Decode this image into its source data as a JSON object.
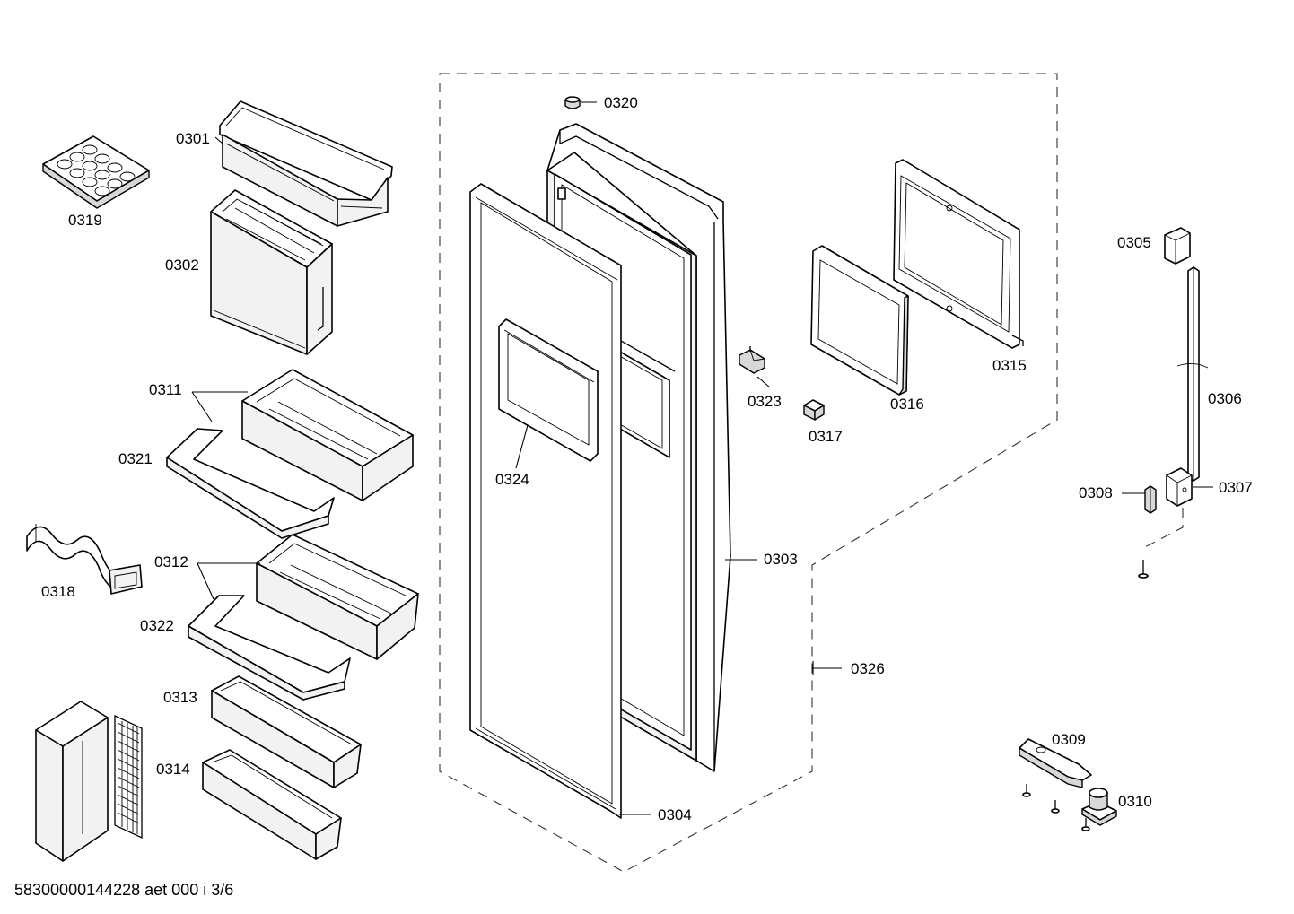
{
  "labels": {
    "p0301": "0301",
    "p0302": "0302",
    "p0303": "0303",
    "p0304": "0304",
    "p0305": "0305",
    "p0306": "0306",
    "p0307": "0307",
    "p0308": "0308",
    "p0309": "0309",
    "p0310": "0310",
    "p0311": "0311",
    "p0312": "0312",
    "p0313": "0313",
    "p0314": "0314",
    "p0315": "0315",
    "p0316": "0316",
    "p0317": "0317",
    "p0318": "0318",
    "p0319": "0319",
    "p0320": "0320",
    "p0321": "0321",
    "p0322": "0322",
    "p0323": "0323",
    "p0324": "0324",
    "p0326": "0326"
  },
  "footer": {
    "code": "58300000144228 aet 000 i 3/6"
  }
}
